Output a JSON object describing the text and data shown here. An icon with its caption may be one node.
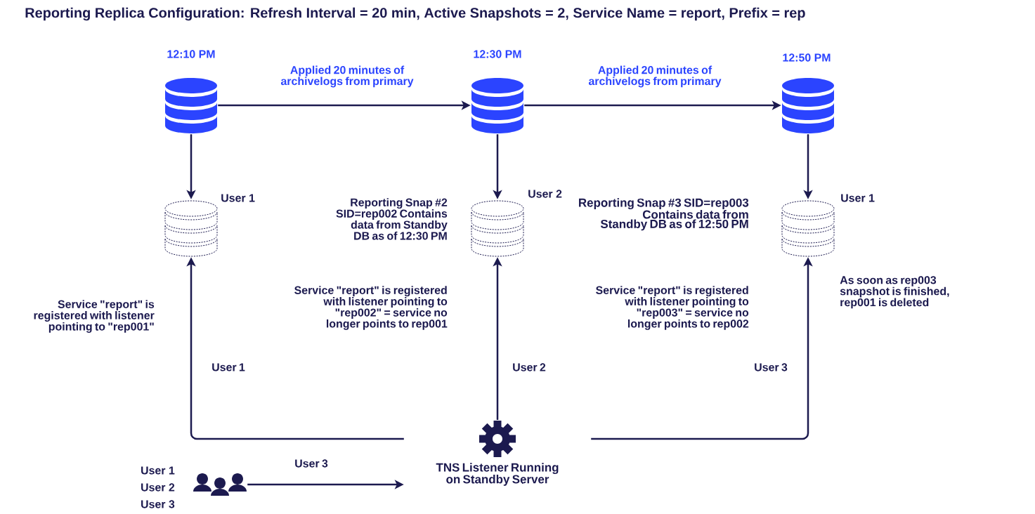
{
  "diagram": {
    "title": "Reporting Replica Configuration: Refresh Interval = 20 min, Active Snapshots = 2, Service Name = report, Prefix = rep",
    "nodes": [
      {
        "text": [],
        "shape": "cylinder",
        "beside": [
          "12:10 PM"
        ]
      },
      {
        "text": [],
        "shape": "cylinder",
        "beside": [
          "12:30 PM"
        ]
      },
      {
        "text": [],
        "shape": "cylinder",
        "beside": [
          "12:50 PM"
        ]
      },
      {
        "text": [],
        "shape": "cylinder",
        "beside": [
          "User 1"
        ]
      },
      {
        "text": [],
        "shape": "cylinder",
        "beside": [
          "User 2"
        ]
      },
      {
        "text": [],
        "shape": "cylinder",
        "beside": [
          "User 1"
        ]
      },
      {
        "text": [
          "TNS Listener Running on Standby Server"
        ]
      },
      {
        "text": [],
        "shape": "person",
        "beside": [
          "User 1",
          "User 2",
          "User 3"
        ]
      }
    ],
    "edges": [
      {
        "from": 0,
        "to": 1,
        "arrow": "to",
        "label": "Applied 20 minutes of archivelogs from primary"
      },
      {
        "from": 1,
        "to": 2,
        "arrow": "to",
        "label": "Applied 20 minutes of archivelogs from primary"
      },
      {
        "from": 0,
        "to": 3,
        "arrow": "to"
      },
      {
        "from": 1,
        "to": 4,
        "arrow": "to"
      },
      {
        "from": 2,
        "to": 5,
        "arrow": "to"
      },
      {
        "from": 6,
        "to": 3,
        "arrow": "to",
        "label": "User 1"
      },
      {
        "from": 6,
        "to": 4,
        "arrow": "to",
        "label": "User 2"
      },
      {
        "from": 6,
        "to": 5,
        "arrow": "to",
        "label": "User 3"
      },
      {
        "from": 7,
        "to": 6,
        "arrow": "to",
        "label": "User 3"
      }
    ],
    "labels": [
      "Reporting Snap #2 SID=rep002 Contains data from Standby DB as of 12:30 PM",
      "Reporting Snap #3 SID=rep003 Contains data from Standby DB as of 12:50 PM",
      "Service \"report\" is registered with listener pointing to \"rep001\"",
      "Service \"report\" is registered with listener pointing to \"rep002\" = service no longer points to rep001",
      "Service \"report\" is registered with listener pointing to \"rep003\" = service no longer points to rep002",
      "As soon as rep003 snapshot is finished, rep001 is deleted"
    ]
  }
}
